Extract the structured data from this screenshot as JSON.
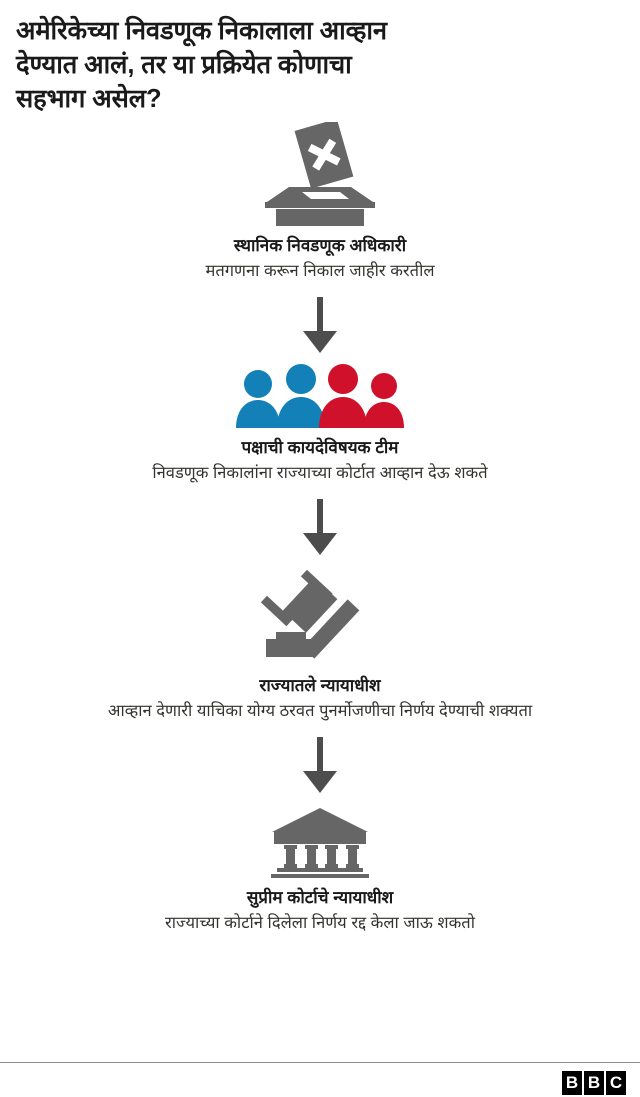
{
  "title": {
    "lines": [
      "अमेरिकेच्या निवडणूक निकालाला आव्हान",
      "देण्यात आलं, तर या प्रक्रियेत कोणाचा",
      "सहभाग असेल?"
    ]
  },
  "colors": {
    "icon_gray": "#666666",
    "party_blue": "#1380b8",
    "party_red": "#d0112b",
    "arrow": "#4d4d4d",
    "divider": "#8d8d8d",
    "logo": "#000000"
  },
  "steps": [
    {
      "icon": "ballot-box-icon",
      "heading": "स्थानिक निवडणूक अधिकारी",
      "description": "मतगणना करून निकाल जाहीर करतील"
    },
    {
      "icon": "party-legal-team-people-icon",
      "heading": "पक्षाची कायदेविषयक टीम",
      "description": "निवडणूक निकालांना राज्याच्या कोर्टात आव्हान देऊ शकते"
    },
    {
      "icon": "gavel-icon",
      "heading": "राज्यातले न्यायाधीश",
      "description": "आव्हान देणारी याचिका योग्य ठरवत पुनर्मोजणीचा निर्णय देण्याची शक्यता"
    },
    {
      "icon": "courthouse-icon",
      "heading": "सुप्रीम कोर्टाचे न्यायाधीश",
      "description": "राज्याच्या कोर्टाने दिलेला निर्णय रद्द केला जाऊ शकतो"
    }
  ],
  "arrows": [
    {
      "name": "arrow-step1-to-step2"
    },
    {
      "name": "arrow-step2-to-step3"
    },
    {
      "name": "arrow-step3-to-step4"
    }
  ],
  "footer": {
    "logo_letters": [
      "B",
      "B",
      "C"
    ]
  }
}
